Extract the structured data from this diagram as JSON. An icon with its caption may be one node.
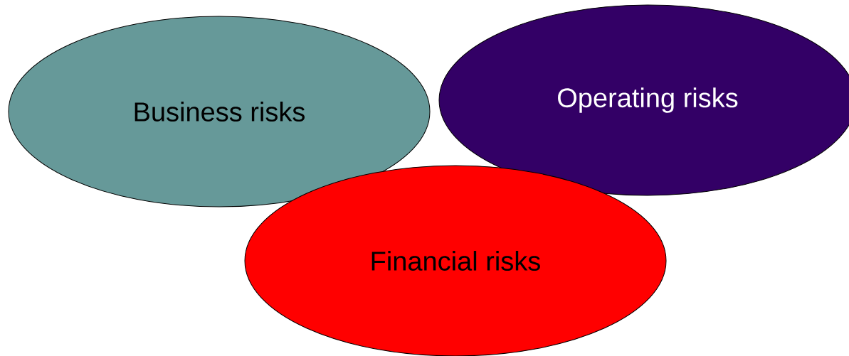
{
  "diagram": {
    "nodes": [
      {
        "text": [
          "Business risks"
        ]
      },
      {
        "text": [
          "Operating risks"
        ]
      },
      {
        "text": [
          "Financial risks"
        ]
      }
    ]
  }
}
